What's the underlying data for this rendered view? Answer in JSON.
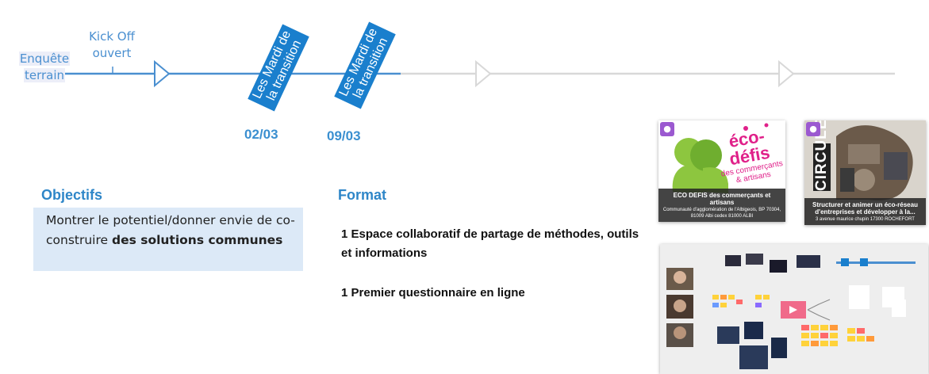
{
  "timeline": {
    "milestones": [
      {
        "line1": "Kick Off",
        "line2": "ouvert"
      },
      {
        "line1": "Enquête",
        "line2": "terrain"
      }
    ],
    "sessions": [
      {
        "label": "Les Mardi de la transition",
        "date": "02/03"
      },
      {
        "label": "Les Mardi de la transition",
        "date": "09/03"
      }
    ],
    "colors": {
      "active": "#4a8fd0",
      "inactive": "#d8d8d8",
      "tag": "#1a7fcd"
    }
  },
  "objectifs": {
    "heading": "Objectifs",
    "text_plain": "Montrer le potentiel/donner envie de co-construire ",
    "text_bold": "des solutions communes"
  },
  "format": {
    "heading": "Format",
    "items": [
      "1  Espace collaboratif de partage de méthodes, outils et informations",
      "1 Premier questionnaire en ligne"
    ]
  },
  "cards": [
    {
      "logo_line1": "éco-défis",
      "logo_line2": "des commerçants",
      "logo_line3": "& artisans",
      "title": "ECO DEFIS des commerçants et artisans",
      "address": "Communauté d'agglomération de l'Albigeois, BP 70304, 81009 Albi cedex 81000 ALBI"
    },
    {
      "logo": "CIRCULE",
      "title": "Structurer et animer un éco-réseau d'entreprises et développer à la...",
      "address": "3 avenue maurice chupin 17300 ROCHEFORT"
    }
  ]
}
